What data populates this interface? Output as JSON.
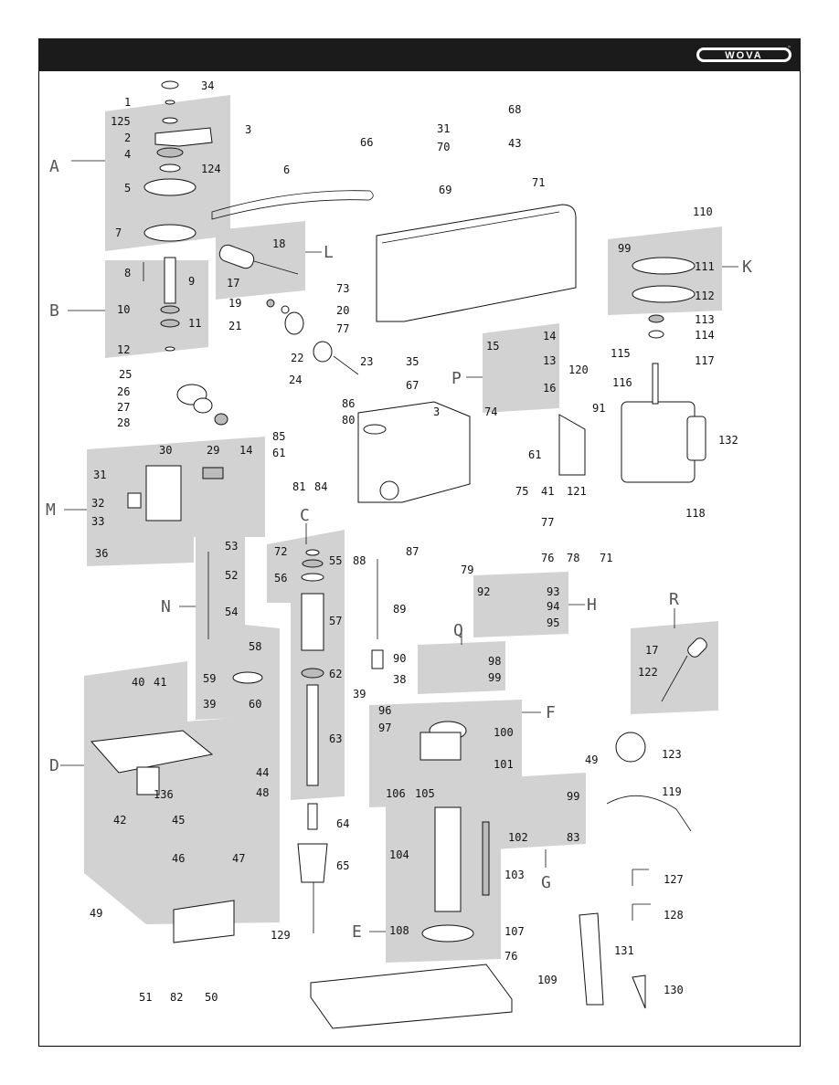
{
  "brand": {
    "logo_text": "WOVA",
    "trademark": "™"
  },
  "groups": [
    "A",
    "B",
    "C",
    "D",
    "E",
    "F",
    "G",
    "H",
    "K",
    "L",
    "M",
    "N",
    "P",
    "Q",
    "R"
  ],
  "parts": [
    "34",
    "1",
    "125",
    "3",
    "2",
    "4",
    "124",
    "5",
    "6",
    "7",
    "8",
    "9",
    "10",
    "11",
    "12",
    "25",
    "26",
    "27",
    "28",
    "17",
    "18",
    "19",
    "20",
    "21",
    "77",
    "22",
    "23",
    "24",
    "35",
    "67",
    "31",
    "66",
    "70",
    "68",
    "43",
    "69",
    "71",
    "73",
    "15",
    "14",
    "13",
    "16",
    "110",
    "99",
    "111",
    "112",
    "113",
    "114",
    "115",
    "116",
    "117",
    "120",
    "91",
    "132",
    "86",
    "3b",
    "74",
    "80",
    "85",
    "61",
    "81",
    "84",
    "30",
    "29",
    "14b",
    "31b",
    "32",
    "33",
    "36",
    "72",
    "55",
    "56",
    "57",
    "62",
    "63",
    "64",
    "65",
    "129",
    "53",
    "52",
    "54",
    "59",
    "58",
    "39",
    "60",
    "88",
    "89",
    "90",
    "38",
    "39b",
    "75",
    "77b",
    "76",
    "78",
    "71b",
    "61b",
    "41",
    "121",
    "118",
    "87",
    "79",
    "92",
    "93",
    "94",
    "95",
    "98",
    "99b",
    "17b",
    "122",
    "123",
    "96",
    "97",
    "100",
    "49",
    "101",
    "106",
    "105",
    "99c",
    "102",
    "83",
    "119",
    "127",
    "128",
    "40",
    "41b",
    "42",
    "136",
    "44",
    "48",
    "45",
    "46",
    "47",
    "104",
    "103",
    "108",
    "107",
    "76b",
    "109",
    "131",
    "130",
    "49b",
    "50",
    "51",
    "82"
  ],
  "labels": {
    "34": "34",
    "1": "1",
    "125": "125",
    "3": "3",
    "2": "2",
    "4": "4",
    "124": "124",
    "5": "5",
    "6": "6",
    "7": "7",
    "8": "8",
    "9": "9",
    "10": "10",
    "11": "11",
    "12": "12",
    "25": "25",
    "26": "26",
    "27": "27",
    "28": "28",
    "17": "17",
    "18": "18",
    "19": "19",
    "20": "20",
    "21": "21",
    "77": "77",
    "22": "22",
    "23": "23",
    "24": "24",
    "35": "35",
    "67": "67",
    "31": "31",
    "66": "66",
    "70": "70",
    "68": "68",
    "43": "43",
    "69": "69",
    "71": "71",
    "73": "73",
    "15": "15",
    "14": "14",
    "13": "13",
    "16": "16",
    "110": "110",
    "99": "99",
    "111": "111",
    "112": "112",
    "113": "113",
    "114": "114",
    "115": "115",
    "116": "116",
    "117": "117",
    "120": "120",
    "91": "91",
    "132": "132",
    "86": "86",
    "3b": "3",
    "74": "74",
    "80": "80",
    "85": "85",
    "61": "61",
    "81": "81",
    "84": "84",
    "30": "30",
    "29": "29",
    "14b": "14",
    "31b": "31",
    "32": "32",
    "33": "33",
    "36": "36",
    "72": "72",
    "55": "55",
    "56": "56",
    "57": "57",
    "62": "62",
    "63": "63",
    "64": "64",
    "65": "65",
    "129": "129",
    "53": "53",
    "52": "52",
    "54": "54",
    "59": "59",
    "58": "58",
    "39": "39",
    "60": "60",
    "88": "88",
    "89": "89",
    "90": "90",
    "38": "38",
    "39b": "39",
    "75": "75",
    "77b": "77",
    "76": "76",
    "78": "78",
    "71b": "71",
    "61b": "61",
    "41": "41",
    "121": "121",
    "118": "118",
    "87": "87",
    "79": "79",
    "92": "92",
    "93": "93",
    "94": "94",
    "95": "95",
    "98": "98",
    "99b": "99",
    "17b": "17",
    "122": "122",
    "123": "123",
    "96": "96",
    "97": "97",
    "100": "100",
    "49": "49",
    "101": "101",
    "106": "106",
    "105": "105",
    "99c": "99",
    "102": "102",
    "83": "83",
    "119": "119",
    "127": "127",
    "128": "128",
    "40": "40",
    "41b": "41",
    "42": "42",
    "136": "136",
    "44": "44",
    "48": "48",
    "45": "45",
    "46": "46",
    "47": "47",
    "104": "104",
    "103": "103",
    "108": "108",
    "107": "107",
    "76b": "76",
    "109": "109",
    "131": "131",
    "130": "130",
    "49b": "49",
    "50": "50",
    "51": "51",
    "82": "82"
  }
}
